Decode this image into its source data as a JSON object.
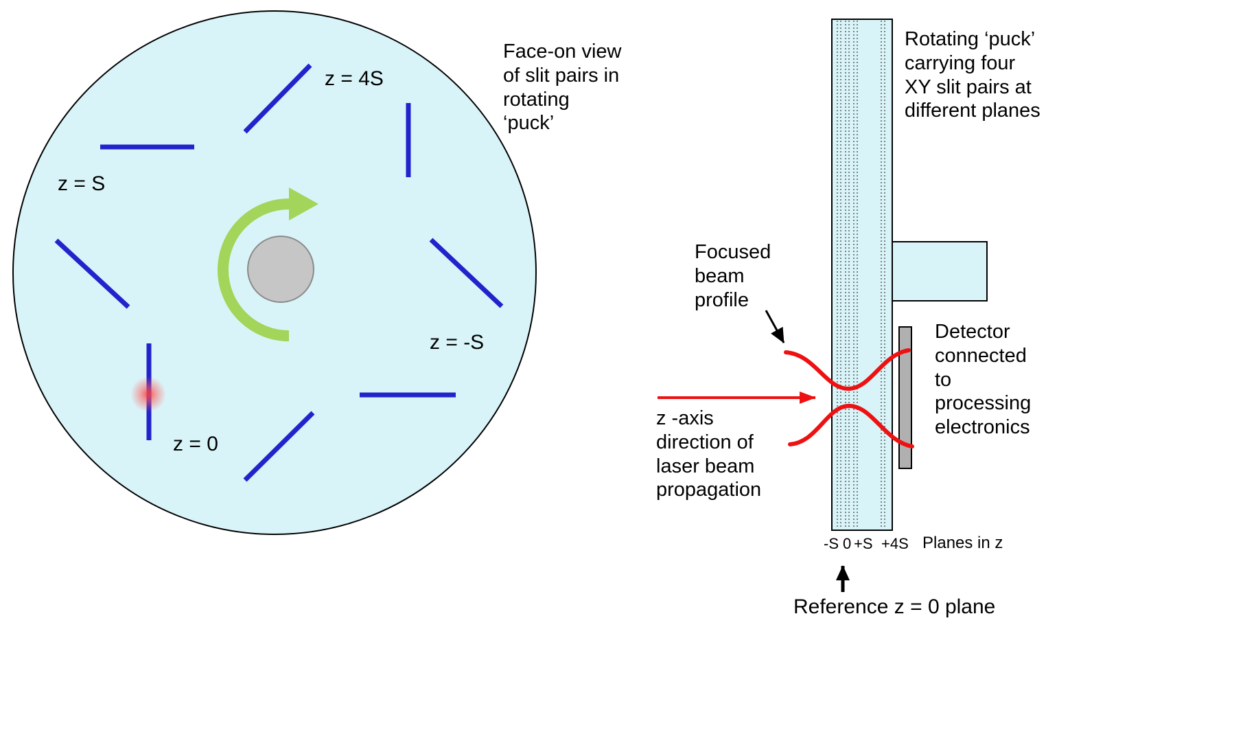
{
  "colors": {
    "puck_fill": "#d9f4f8",
    "slit_blue": "#2323cc",
    "rotation_green": "#a2d55a",
    "hub_gray_fill": "#c6c6c6",
    "beam_red": "#ee1111",
    "detector_gray": "#b0b0b0"
  },
  "left_diagram": {
    "caption": "Face-on view\nof slit pairs in\nrotating\n‘puck’",
    "labels": {
      "z_4s": "z = 4S",
      "z_s": "z = S",
      "z_neg_s": "z = -S",
      "z_0": "z = 0"
    }
  },
  "right_diagram": {
    "caption": "Rotating ‘puck’\ncarrying four\nXY slit pairs at\ndifferent planes",
    "focused_beam_label": "Focused\nbeam\nprofile",
    "z_axis_label": "z -axis\ndirection of\nlaser beam\npropagation",
    "detector_label": "Detector\nconnected\nto\nprocessing\nelectronics",
    "plane_ticks": [
      "-S",
      "0",
      "+S",
      "+4S"
    ],
    "planes_axis_label": "Planes in z",
    "reference_label": "Reference z = 0 plane"
  }
}
